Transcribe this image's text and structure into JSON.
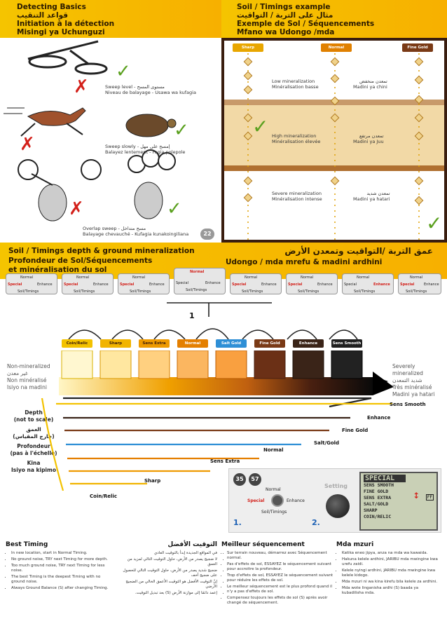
{
  "top_left": {
    "title_en": "Detecting Basics",
    "title_ar": "قواعد التنقيب",
    "title_fr": "Initiation à la détection",
    "title_sw": "Misingi ya Uchunguzi",
    "sweep_level_1": "Sweep level - مستوى المسح",
    "sweep_level_2": "Niveau de balayage - Usawa wa kufagia",
    "sweep_slowly_1": "Sweep slowly - إمسح على مهل",
    "sweep_slowly_2": "Balayez lentement - Fagia polepole",
    "overlap_1": "Overlap sweep - مسح متداخل",
    "overlap_2": "Balayage chevauché - Kufagia kunakoingiliana",
    "page_number": "22"
  },
  "top_right": {
    "title_en": "Soil / Timings example",
    "title_ar": "مثال على التربة / التواقيت",
    "title_fr": "Exemple de Sol / Séquencements",
    "title_sw": "Mfano wa Udongo /mda",
    "col_sharp": "Sharp",
    "col_normal": "Normal",
    "col_finegold": "Fine Gold",
    "low_1": "Low mineralization",
    "low_2": "Minéralisation basse",
    "low_ar": "تمعدن منخفض",
    "low_sw": "Madini ya chini",
    "high_1": "High mineralization",
    "high_2": "Minéralisation élevée",
    "high_ar": "تمعدن مرتفع",
    "high_sw": "Madini ya Juu",
    "severe_1": "Severe mineralization",
    "severe_2": "Minéralisation intense",
    "severe_ar": "تمعدن شديد",
    "severe_sw": "Madini ya hatari"
  },
  "middle": {
    "title_en": "Soil / Timings depth & ground mineralization",
    "title_ar": "عمق التربة /التواقيت وتمعدن الأرض",
    "title_fr_1": "Profondeur de Sol/Séquencements",
    "title_fr_2": "et minéralisation du sol",
    "title_sw": "Udongo / mda mrefu & madini ardhini",
    "dial_normal": "Normal",
    "dial_special": "Special",
    "dial_enhance": "Enhance",
    "dial_soil": "Soil/Timings",
    "marker_one": "1",
    "timings": [
      "Coin/Relic",
      "Sharp",
      "Sens Extra",
      "Normal",
      "Salt Gold",
      "Fine Gold",
      "Enhance",
      "Sens Smooth"
    ],
    "timing_colors": [
      "#f3c200",
      "#f1b400",
      "#ee9a00",
      "#e47f00",
      "#2e8fd6",
      "#7a3a16",
      "#3a2418",
      "#1f1f1f"
    ],
    "left_min_1": "Non-mineralized",
    "left_min_ar": "غير معدن",
    "left_min_2": "Non minéralisé",
    "left_min_sw": "Isiyo na madini",
    "right_min_1": "Severely mineralized",
    "right_min_ar": "شديد التمعدن",
    "right_min_2": "Très minéralisé",
    "right_min_sw": "Madini ya hatari",
    "depth_1": "Depth",
    "depth_2": "(not to scale)",
    "depth_ar_1": "العمق",
    "depth_ar_2": "(خارج المقياس)",
    "depth_fr_1": "Profondeur",
    "depth_fr_2": "(pas à l'échelle)",
    "depth_sw_1": "Kina",
    "depth_sw_2": "Isiyo na kipimo",
    "curve_labels": [
      "Sens Smooth",
      "Enhance",
      "Fine Gold",
      "Salt/Gold",
      "Normal",
      "Sens Extra",
      "Sharp",
      "Coin/Relic"
    ]
  },
  "steps": {
    "step1_num": "35",
    "step2_num": "57",
    "normal": "Normal",
    "special": "Special",
    "enhance": "Enhance",
    "soil": "Soil/Timings",
    "setting": "Setting",
    "label_1": "1.",
    "label_2": "2.",
    "lcd_title": "SPECIAL",
    "lcd_items": [
      "SENS SMOOTH",
      "FINE GOLD",
      "SENS EXTRA",
      "SALT/GOLD",
      "SHARP",
      "COIN/RELIC"
    ],
    "lcd_ff": "FF"
  },
  "bottom": {
    "best_title": "Best Timing",
    "best_items": [
      "In new location, start in Normal Timing.",
      "No ground noise, TRY next Timing for more depth.",
      "Too much ground noise, TRY next Timing for less noise.",
      "The best Timing is the deepest Timing with no ground noise.",
      "Always Ground Balance (S) after changing Timing."
    ],
    "ar_title": "التوقيت الأفضل",
    "ar_items": [
      "في المواقع الجديدة إبدأ بالتوقيت العادي",
      "لا ضجيج يصدر من الأرض، حاول التوقيت التالي لمزيد من العمق",
      "ضجيج شديد يصدر من الأرض، حاول التوقيت التالي للحصول على ضجيج أخف",
      "إنّ التوقيت الأفضل هو التوقيت الأعمق الخالي من الضجيج الأرضي",
      "إعمد دائمًا إلى موازنة الأرض (S) بعد تبديل التوقيت."
    ],
    "fr_title": "Meilleur séquencement",
    "fr_items": [
      "Sur terrain nouveau, démarrez avec Séquencement normal.",
      "Pas d'effets de sol, ESSAYEZ le séquencement suivant pour accroitre la profondeur.",
      "Trop d'effets de sol, ESSAYEZ le séquencement suivant pour réduire les effets de sol.",
      "Le meilleur séquencement est le plus profond quand il n'y a pas d'effets de sol.",
      "Compensez toujours les effets de sol (S) après avoir changé de séquencement."
    ],
    "sw_title": "Mda mzuri",
    "sw_items": [
      "Katika eneo jipya, anza na mda wa kawaida.",
      "Hakuna kelele ardhini, JARIBU mda mwingine kwa urefu zaidi.",
      "Kelele nyingi ardhini, JARIBU mda mwingine kwa kelele kidogo.",
      "Mda mzuri ni wa kina kirefu bila kelele za ardhini.",
      "Mda wote linganisha ardhi (S) baada ya kubadilisha mda."
    ]
  },
  "colors": {
    "header_yellow": "#f5c400",
    "dark_brown": "#3a1d0f",
    "check_green": "#5aa01e",
    "cross_red": "#d3201a"
  }
}
